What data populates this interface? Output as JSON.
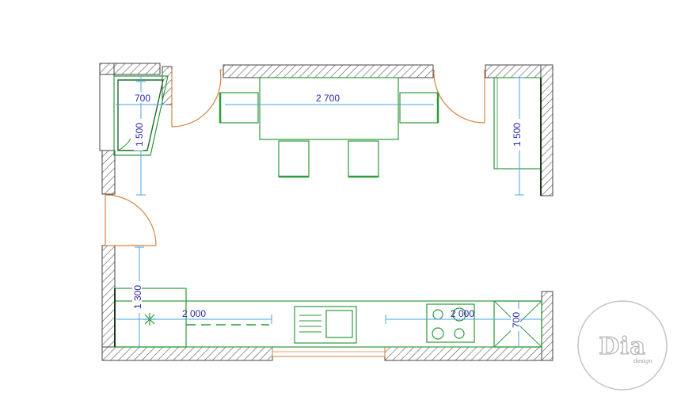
{
  "dimensions": {
    "top_left_width": "700",
    "top_left_height": "1 500",
    "dining_length": "2 700",
    "top_right_height": "1 500",
    "bottom_left_height": "1 300",
    "bottom_left_length": "2 000",
    "bottom_right_length": "2 000",
    "bottom_right_depth": "700"
  },
  "logo": {
    "text": "Dia",
    "subtext": "design"
  },
  "colors": {
    "wall_hatch": "#4a4a4a",
    "furniture": "#2e9a3c",
    "dimension": "#4aa3e8",
    "dimension_text": "#2a2aa8",
    "door": "#d9823f",
    "logo": "#b8b8b8"
  }
}
